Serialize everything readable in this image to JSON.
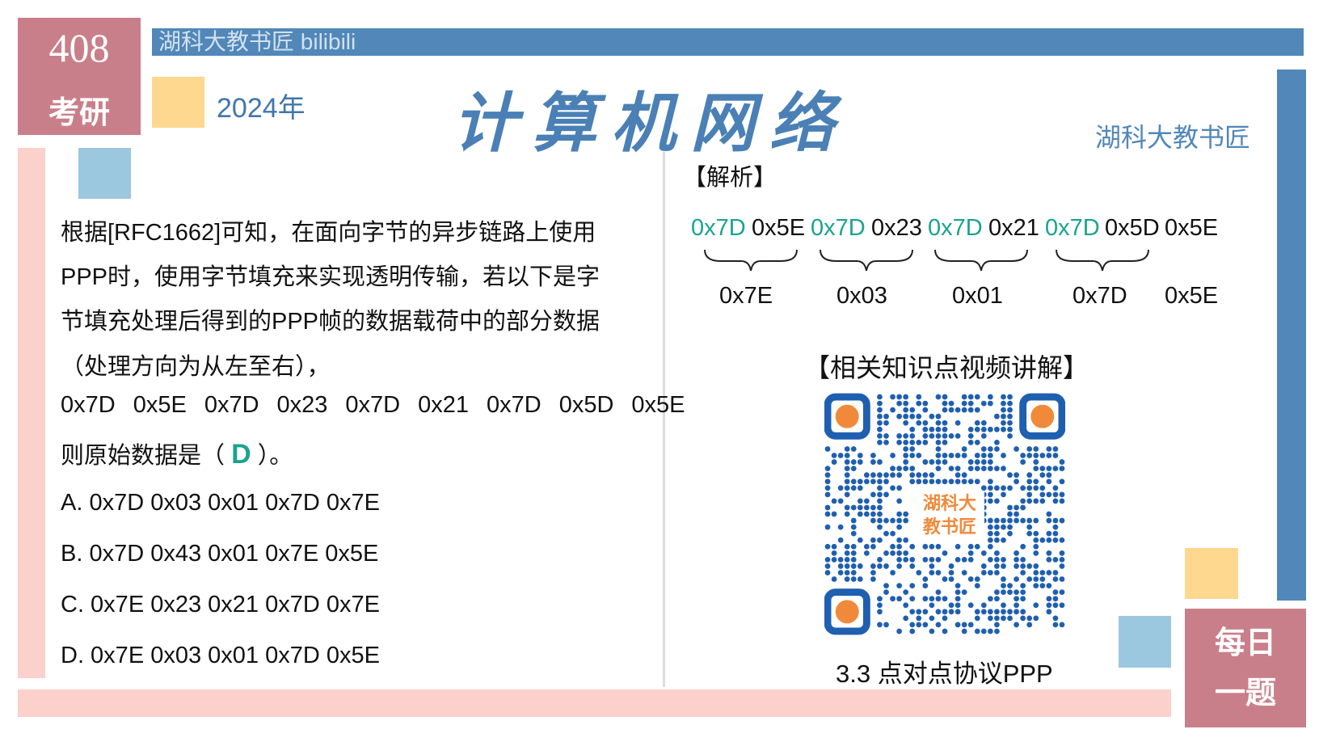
{
  "badge": {
    "number": "408",
    "label": "考研"
  },
  "watermark": "湖科大教书匠 bilibili",
  "year": "2024年",
  "title": "计算机网络",
  "brand": "湖科大教书匠",
  "corner": {
    "line1": "每日",
    "line2": "一题"
  },
  "question": {
    "lines": [
      "根据[RFC1662]可知，在面向字节的异步链路上使用",
      "PPP时，使用字节填充来实现透明传输，若以下是字",
      "节填充处理后得到的PPP帧的数据载荷中的部分数据",
      "（处理方向为从左至右），"
    ],
    "data": [
      "0x7D",
      "0x5E",
      "0x7D",
      "0x23",
      "0x7D",
      "0x21",
      "0x7D",
      "0x5D",
      "0x5E"
    ],
    "prompt_before": "则原始数据是（",
    "answer": "D",
    "prompt_after": "）。",
    "options": [
      "A. 0x7D  0x03  0x01  0x7D  0x7E",
      "B. 0x7D  0x43  0x01  0x7E  0x5E",
      "C. 0x7E  0x23  0x21  0x7D  0x7E",
      "D. 0x7E  0x03  0x01  0x7D  0x5E"
    ]
  },
  "analysis": {
    "heading": "【解析】",
    "bytes": [
      "0x7D",
      "0x5E",
      "0x7D",
      "0x23",
      "0x7D",
      "0x21",
      "0x7D",
      "0x5D",
      "0x5E"
    ],
    "decoded": [
      "0x7E",
      "0x03",
      "0x01",
      "0x7D",
      "0x5E"
    ],
    "video_heading": "【相关知识点视频讲解】",
    "qr_text": "湖科大 教书匠",
    "video_title": "3.3 点对点协议PPP"
  },
  "colors": {
    "accent": "#1aa38f",
    "blue": "#5187b9",
    "pink": "#c97f8a"
  }
}
